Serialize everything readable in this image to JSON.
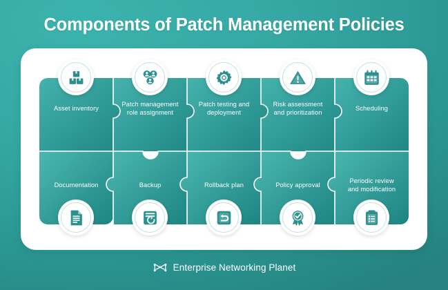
{
  "title": "Components of Patch Management Policies",
  "pieces": [
    {
      "label": "Asset inventory",
      "label2": "",
      "icon": "boxes-icon"
    },
    {
      "label": "Patch management",
      "label2": "role assignment",
      "icon": "users-group-icon"
    },
    {
      "label": "Patch testing and",
      "label2": "deployment",
      "icon": "gear-icon"
    },
    {
      "label": "Risk assessment",
      "label2": "and prioritization",
      "icon": "warning-triangle-icon"
    },
    {
      "label": "Scheduling",
      "label2": "",
      "icon": "calendar-icon"
    },
    {
      "label": "Documentation",
      "label2": "",
      "icon": "document-icon"
    },
    {
      "label": "Backup",
      "label2": "",
      "icon": "database-refresh-icon"
    },
    {
      "label": "Rollback plan",
      "label2": "",
      "icon": "rollback-arrow-icon"
    },
    {
      "label": "Policy approval",
      "label2": "",
      "icon": "award-ribbon-icon"
    },
    {
      "label": "Periodic review",
      "label2": "and modification",
      "icon": "clipboard-checklist-icon"
    }
  ],
  "footer": {
    "brand": "Enterprise Networking Planet",
    "logo_icon": "network-nodes-logo-icon"
  },
  "colors": {
    "background_teal": "#2f9f9b",
    "card_white": "#ffffff",
    "piece_fill_light": "#43b0aa",
    "piece_fill_dark": "#218a88",
    "icon_teal": "#2c908f",
    "title_white": "#ffffff"
  }
}
